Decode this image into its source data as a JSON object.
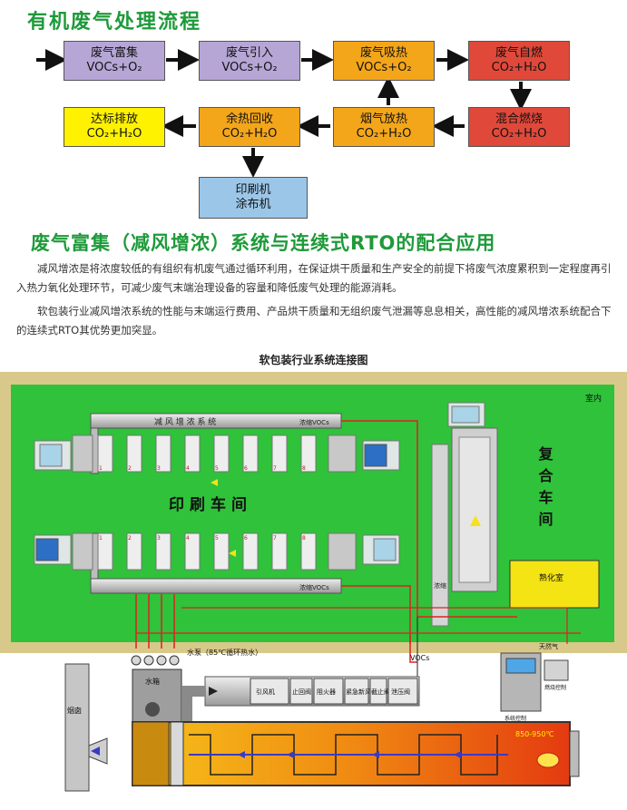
{
  "flow": {
    "title": "有机废气处理流程",
    "boxes": {
      "b1": {
        "line1": "废气富集",
        "line2": "VOCs+O₂",
        "color": "#b6a6d6"
      },
      "b2": {
        "line1": "废气引入",
        "line2": "VOCs+O₂",
        "color": "#b6a6d6"
      },
      "b3": {
        "line1": "废气吸热",
        "line2": "VOCs+O₂",
        "color": "#f4a61a"
      },
      "b4": {
        "line1": "废气自燃",
        "line2": "CO₂+H₂O",
        "color": "#e0493a"
      },
      "b5": {
        "line1": "混合燃烧",
        "line2": "CO₂+H₂O",
        "color": "#e0493a"
      },
      "b6": {
        "line1": "烟气放热",
        "line2": "CO₂+H₂O",
        "color": "#f4a61a"
      },
      "b7": {
        "line1": "余热回收",
        "line2": "CO₂+H₂O",
        "color": "#f4a61a"
      },
      "b8": {
        "line1": "达标排放",
        "line2": "CO₂+H₂O",
        "color": "#fff200"
      },
      "b9": {
        "line1": "印刷机",
        "line2": "涂布机",
        "color": "#9bc6e8"
      }
    }
  },
  "section": {
    "title": "废气富集（减风增浓）系统与连续式RTO的配合应用",
    "para1": "减风增浓是将浓度较低的有组织有机废气通过循环利用，在保证烘干质量和生产安全的前提下将废气浓度累积到一定程度再引入热力氧化处理环节，可减少废气末端治理设备的容量和降低废气处理的能源消耗。",
    "para2": "软包装行业减风增浓系统的性能与末端运行费用、产品烘干质量和无组织废气泄漏等息息相关，高性能的减风增浓系统配合下的连续式RTO其优势更加突显。"
  },
  "diagram": {
    "caption": "软包装行业系统连接图",
    "indoor": "室内",
    "duct_top": "减 风 增 浓 系 统",
    "vocs_top": "浓缩VOCs",
    "vocs_bottom": "浓缩VOCs",
    "workshop": "印刷车间",
    "compound": "复合车间",
    "curing": "熟化室",
    "conc": "浓缩",
    "water_pump": "水泵（85℃循环热水）",
    "water_tank": "水箱",
    "chimney": "烟囱",
    "vocs_label": "VOCs",
    "natural_gas": "天然气",
    "control": "系统控制",
    "burner_ctrl": "燃烧控制",
    "temp": "850-950℃",
    "valves": [
      "引风机",
      "止回阀",
      "阻火器",
      "紧急新风阀",
      "截止阀",
      "泄压阀"
    ],
    "row_numbers": [
      "1",
      "2",
      "3",
      "4",
      "5",
      "6",
      "7",
      "8"
    ]
  }
}
